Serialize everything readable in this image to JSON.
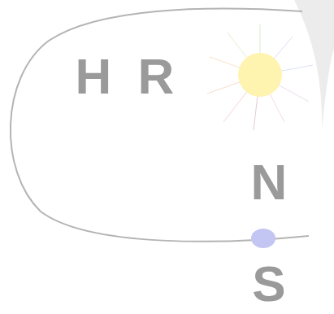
{
  "diagram": {
    "labels": [
      "H",
      "R",
      "N",
      "S"
    ]
  }
}
